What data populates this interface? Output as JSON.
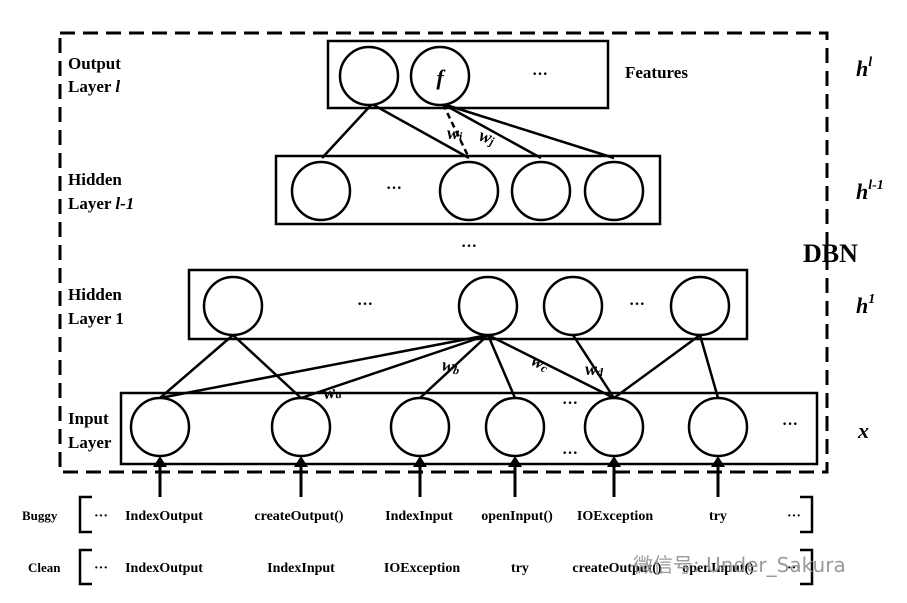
{
  "layers": {
    "output_line1": "Output",
    "output_line2": "Layer",
    "output_l": "l",
    "hidden_top_line1": "Hidden",
    "hidden_top_line2": "Layer",
    "hidden_top_l": "l-1",
    "hidden1_line1": "Hidden",
    "hidden1_line2": "Layer 1",
    "input_line1": "Input",
    "input_line2": "Layer"
  },
  "side_labels": {
    "hl_base": "h",
    "hl_sup": "l",
    "hl1_base": "h",
    "hl1_sup": "l-1",
    "h1_base": "h",
    "h1_sup": "1",
    "x": "x",
    "dbn": "DBN"
  },
  "features_label": "Features",
  "f_node": "f",
  "ellipsis": "···",
  "ellipsis_between": "···",
  "weights": {
    "wi": "w",
    "wi_sub": "i",
    "wj": "w",
    "wj_sub": "j",
    "wa": "w",
    "wa_sub": "a",
    "wb": "w",
    "wb_sub": "b",
    "wc": "w",
    "wc_sub": "c",
    "wd": "w",
    "wd_sub": "d"
  },
  "rows": {
    "buggy": {
      "label": "Buggy",
      "tokens": [
        "···",
        "IndexOutput",
        "createOutput()",
        "IndexInput",
        "openInput()",
        "IOException",
        "try",
        "···"
      ]
    },
    "clean": {
      "label": "Clean",
      "tokens": [
        "···",
        "IndexOutput",
        "IndexInput",
        "IOException",
        "try",
        "createOutput()",
        "openInput()",
        "···"
      ]
    }
  },
  "watermark": "微信号: Under_Sakura"
}
